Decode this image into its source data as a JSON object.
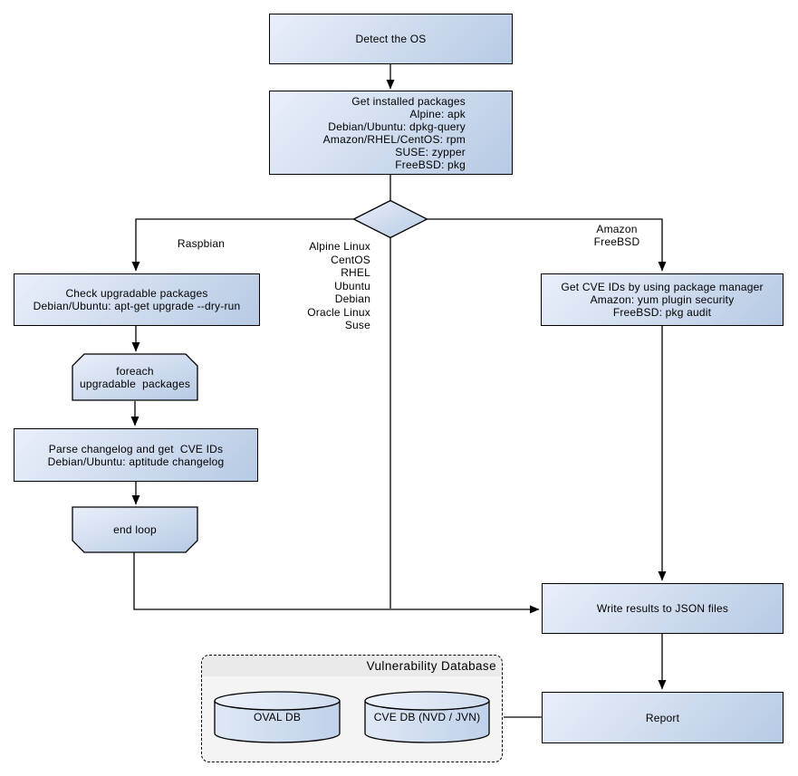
{
  "diagram": {
    "nodes": {
      "detect_os": {
        "label": "Detect the OS"
      },
      "get_installed_packages": {
        "label": "Get installed packages\nAlpine: apk\nDebian/Ubuntu: dpkg-query\nAmazon/RHEL/CentOS: rpm\nSUSE: zypper\nFreeBSD: pkg"
      },
      "check_upgradable_packages": {
        "label": "Check upgradable packages\nDebian/Ubuntu: apt-get upgrade --dry-run"
      },
      "foreach_loop_start": {
        "label": "foreach\nupgradable  packages"
      },
      "parse_changelog": {
        "label": "Parse changelog and get  CVE IDs\nDebian/Ubuntu: aptitude changelog"
      },
      "end_loop": {
        "label": "end loop"
      },
      "get_cve_ids_pkg_manager": {
        "label": "Get CVE IDs by using package manager\nAmazon: yum plugin security\nFreeBSD: pkg audit"
      },
      "write_results": {
        "label": "Write results to JSON files"
      },
      "report": {
        "label": "Report"
      }
    },
    "edge_labels": {
      "left_branch": "Raspbian",
      "middle_branch": "Alpine Linux\nCentOS\nRHEL\nUbuntu\nDebian\nOracle Linux\nSuse",
      "right_branch": "Amazon\nFreeBSD"
    },
    "database": {
      "title": "Vulnerability Database",
      "cylinders": [
        {
          "label": "OVAL DB"
        },
        {
          "label": "CVE DB (NVD / JVN)"
        }
      ]
    },
    "colors": {
      "node_gradient_start": "#eaeffa",
      "node_gradient_end": "#b6cae4",
      "node_border": "#000000",
      "edge": "#000000",
      "db_container_fill": "#f4f4f4",
      "db_container_titleband": "#eaeaea",
      "background": "#ffffff"
    }
  }
}
